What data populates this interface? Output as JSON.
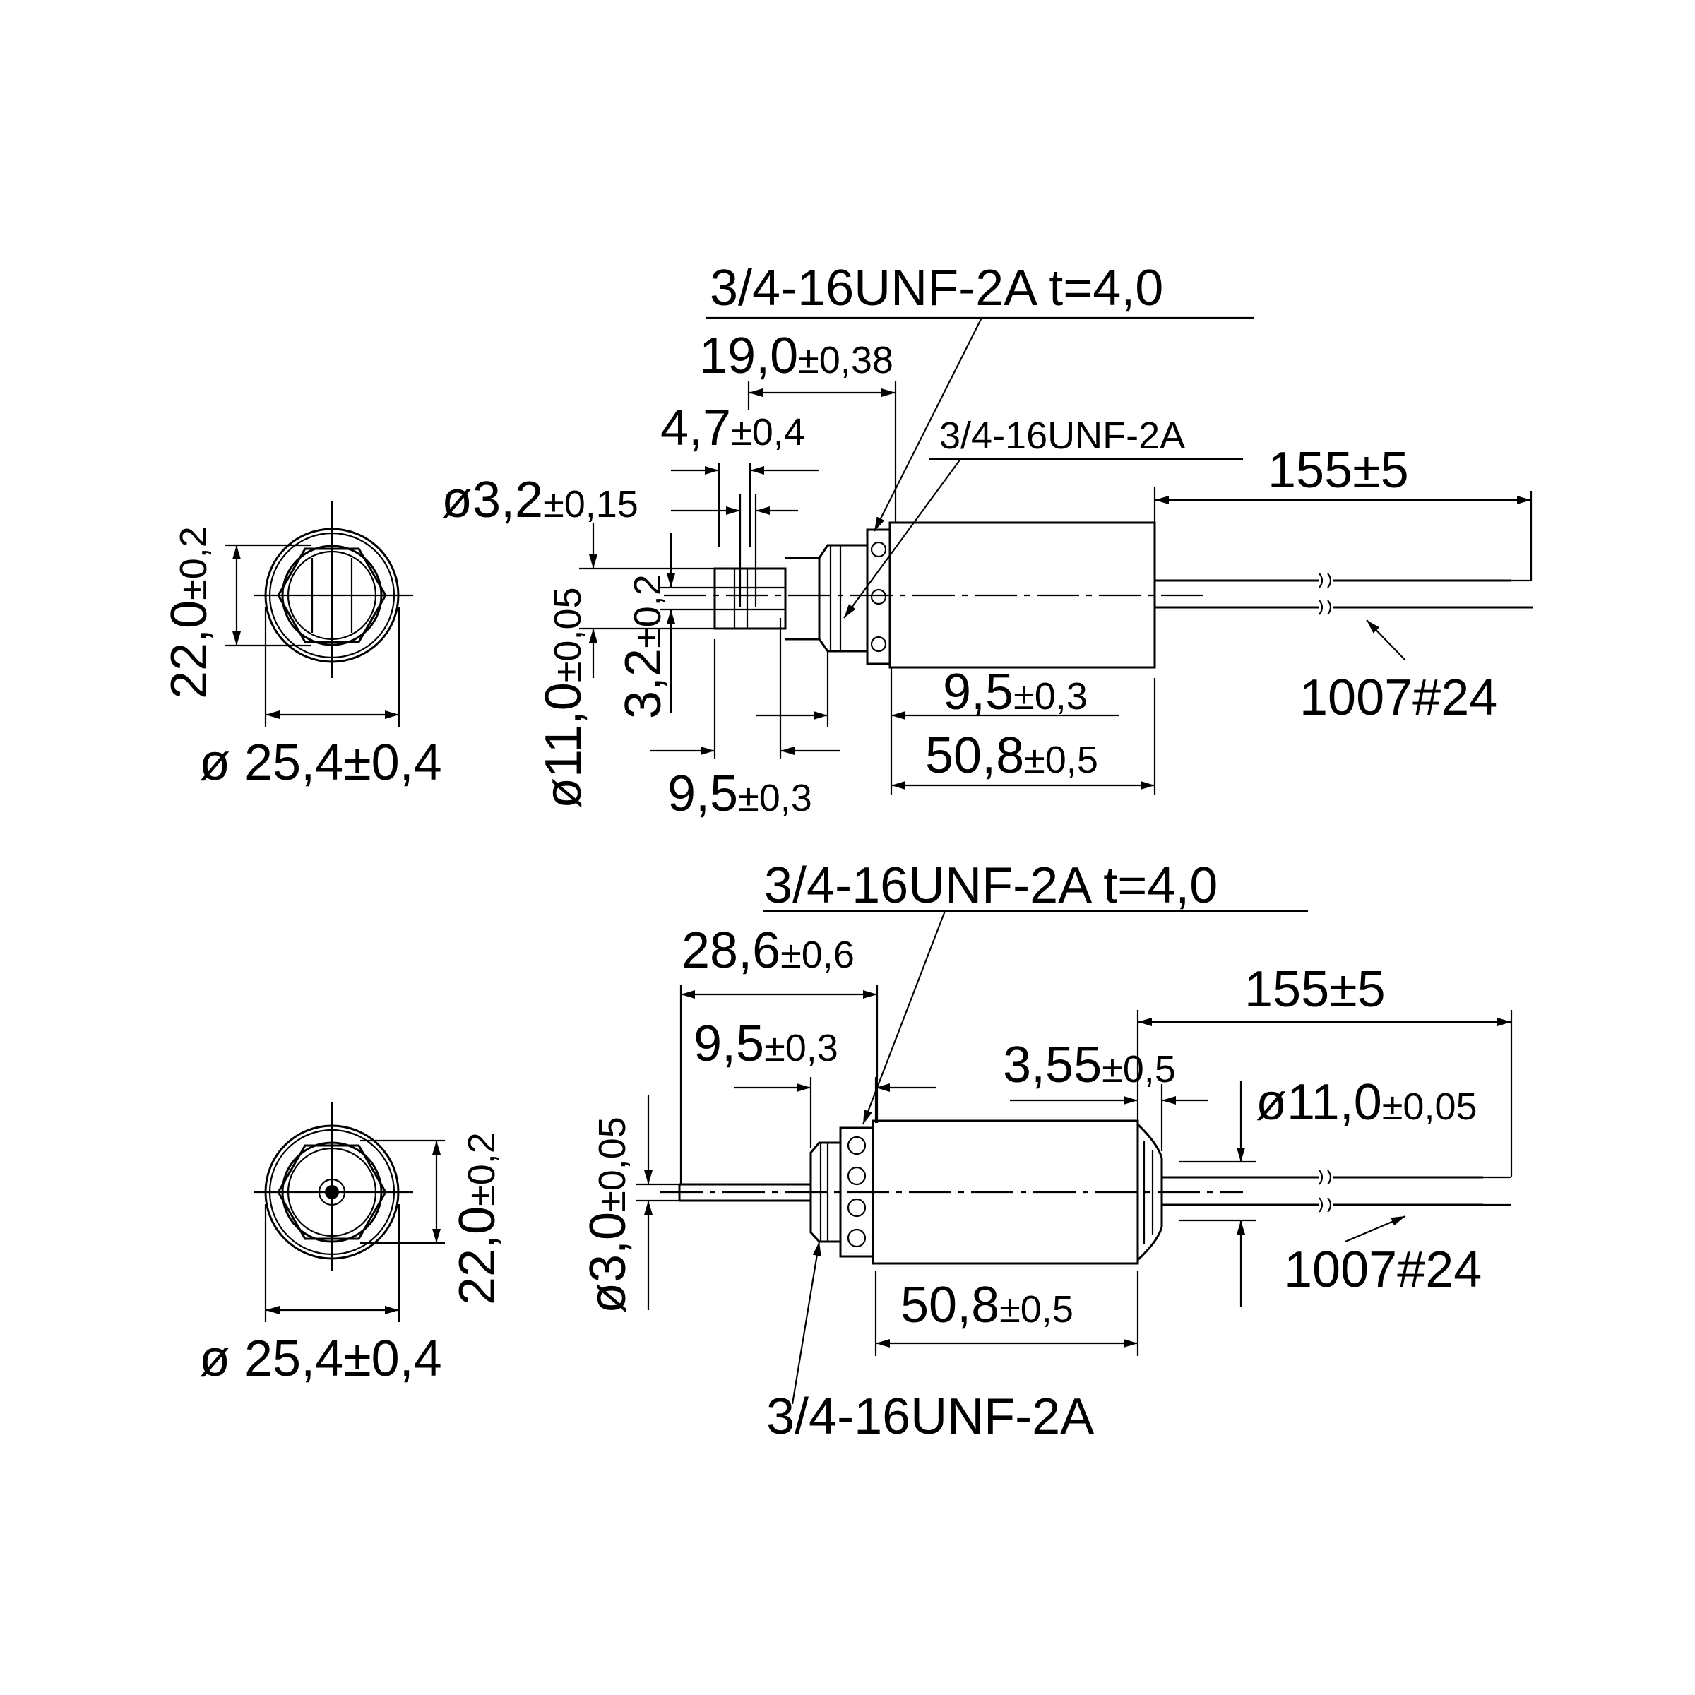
{
  "colors": {
    "ink": "#000000",
    "paper": "#ffffff"
  },
  "top": {
    "thread_t": "3/4-16UNF-2A  t=4,0",
    "thread": "3/4-16UNF-2A",
    "d_19": "19,0",
    "d_19_tol": "±0,38",
    "d_47": "4,7",
    "d_47_tol": "±0,4",
    "d_32dia": "ø3,2",
    "d_32dia_tol": "±0,15",
    "d_32": "3,2",
    "d_32_tol": "±0,2",
    "d_11": "ø11,0",
    "d_11_tol": "±0,05",
    "d_95a": "9,5",
    "d_95a_tol": "±0,3",
    "d_95b": "9,5",
    "d_95b_tol": "±0,3",
    "d_508": "50,8",
    "d_508_tol": "±0,5",
    "d_155": "155±5",
    "wire": "1007#24",
    "end_h": "22,0",
    "end_h_tol": "±0,2",
    "end_d": "ø 25,4±0,4"
  },
  "bottom": {
    "thread_t": "3/4-16UNF-2A  t=4,0",
    "thread": "3/4-16UNF-2A",
    "d_286": "28,6",
    "d_286_tol": "±0,6",
    "d_95": "9,5",
    "d_95_tol": "±0,3",
    "d_355": "3,55",
    "d_355_tol": "±0,5",
    "d_11": "ø11,0",
    "d_11_tol": "±0,05",
    "d_30": "ø3,0",
    "d_30_tol": "±0,05",
    "d_508": "50,8",
    "d_508_tol": "±0,5",
    "d_155": "155±5",
    "wire": "1007#24",
    "end_h": "22,0",
    "end_h_tol": "±0,2",
    "end_d": "ø 25,4±0,4"
  }
}
